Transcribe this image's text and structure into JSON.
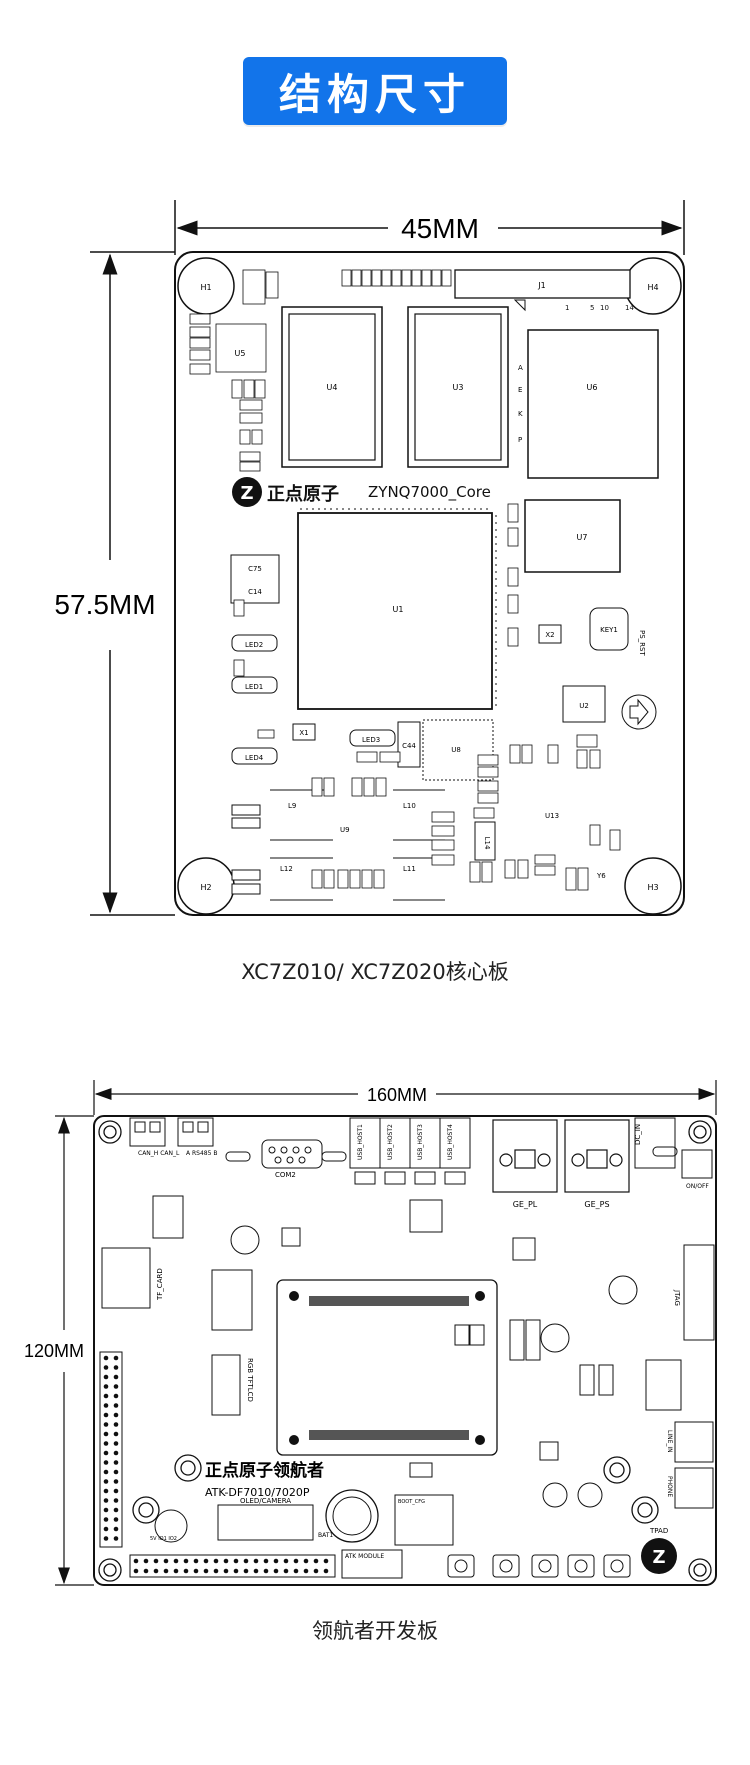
{
  "header": {
    "section_title": "结构尺寸"
  },
  "core_board": {
    "width_label": "45MM",
    "height_label": "57.5MM",
    "caption": "XC7Z010/ XC7Z020核心板",
    "brand_text": "正点原子",
    "model_text": "ZYNQ7000_Core",
    "component_labels": {
      "u1": "U1",
      "u3": "U3",
      "u4": "U4",
      "u5": "U5",
      "u6": "U6",
      "u7": "U7",
      "u8": "U8",
      "u9": "U9",
      "u13": "U13",
      "u2": "U2",
      "j1": "J1",
      "h1": "H1",
      "h2": "H2",
      "h3": "H3",
      "h4": "H4",
      "x1": "X1",
      "x2": "X2",
      "key1": "KEY1",
      "ps_rst": "PS_RST",
      "led1": "LED1",
      "led2": "LED2",
      "led3": "LED3",
      "led4": "LED4",
      "l9": "L9",
      "l10": "L10",
      "l11": "L11",
      "l12": "L12",
      "l14": "L14",
      "c75": "C75",
      "c14": "C14",
      "c44": "C44",
      "y6": "Y6"
    }
  },
  "dev_board": {
    "width_label": "160MM",
    "height_label": "120MM",
    "caption": "领航者开发板",
    "brand_text": "正点原子领航者",
    "model_text": "ATK-DF7010/7020P",
    "connector_labels": {
      "usb": [
        "USB_HOST1",
        "USB_HOST2",
        "USB_HOST3",
        "USB_HOST4"
      ],
      "ge_pl": "GE_PL",
      "ge_ps": "GE_PS",
      "dc_in": "DC_IN",
      "jtag": "JTAG",
      "tf_card": "TF_CARD",
      "rgb_tftlcd": "RGB TFTLCD",
      "oled_camera": "OLED/CAMERA",
      "atk_module": "ATK MODULE",
      "com2": "COM2",
      "line_in": "LINE_IN",
      "phone": "PHONE",
      "tpad": "TPAD",
      "can": "CAN_H CAN_L",
      "rs485": "A  RS485  B",
      "bat1": "BAT1",
      "on_off": "ON/OFF",
      "io_header": "5V  IO1  IO2",
      "boot_cfg": "BOOT_CFG"
    }
  }
}
